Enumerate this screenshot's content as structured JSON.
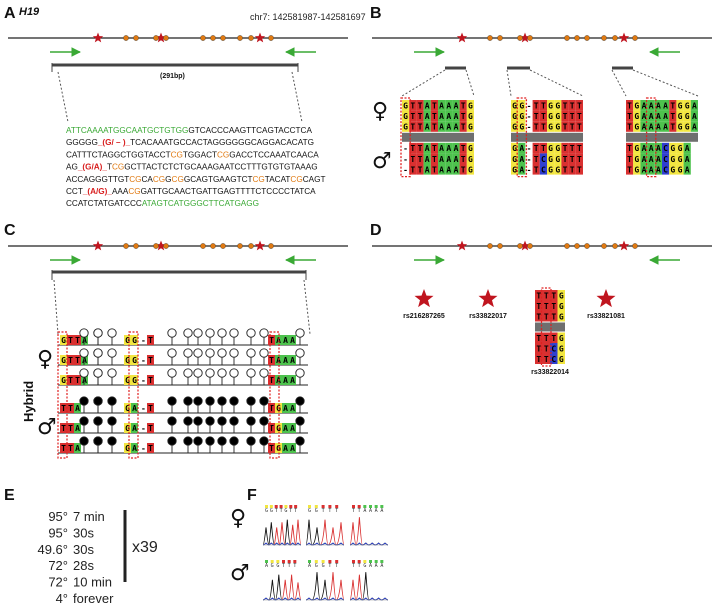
{
  "panels": {
    "A": {
      "label": "A",
      "gene": "H19",
      "coords": "chr7: 142581987-142581697",
      "length": "(291bp)",
      "sequence_lines": [
        [
          {
            "t": "ATTCAAAATGGCAATGCTGTGG",
            "c": "#3aa935"
          },
          {
            "t": "GTCACCCAAGTTCAGTACCTCA",
            "c": "#111111"
          }
        ],
        [
          {
            "t": "GGGGG",
            "c": "#111111"
          },
          {
            "t": "_(G/ – )_",
            "c": "#d81e1e",
            "b": true
          },
          {
            "t": "TCACAAATGCCACTAGGGGGGCAGGACACATG",
            "c": "#111111"
          }
        ],
        [
          {
            "t": "CATTTCTAGGCTGGTACCT",
            "c": "#111111"
          },
          {
            "t": "CG",
            "c": "#e07a12"
          },
          {
            "t": "TGGACT",
            "c": "#111111"
          },
          {
            "t": "CG",
            "c": "#e07a12"
          },
          {
            "t": "GACCTCCAAATCAACA",
            "c": "#111111"
          }
        ],
        [
          {
            "t": "AG",
            "c": "#111111"
          },
          {
            "t": "_(G/A)_",
            "c": "#d81e1e",
            "b": true
          },
          {
            "t": "T",
            "c": "#111111"
          },
          {
            "t": "CG",
            "c": "#e07a12"
          },
          {
            "t": "GCTTACTCTCTGCAAAGAATCCTTTGTGTGTAAAG",
            "c": "#111111"
          }
        ],
        [
          {
            "t": "ACCAGGGTTGT",
            "c": "#111111"
          },
          {
            "t": "CG",
            "c": "#e07a12"
          },
          {
            "t": "CA",
            "c": "#111111"
          },
          {
            "t": "CG",
            "c": "#e07a12"
          },
          {
            "t": "G",
            "c": "#111111"
          },
          {
            "t": "CG",
            "c": "#e07a12"
          },
          {
            "t": "GCAGTGAAGTCT",
            "c": "#111111"
          },
          {
            "t": "CG",
            "c": "#e07a12"
          },
          {
            "t": "TACAT",
            "c": "#111111"
          },
          {
            "t": "CG",
            "c": "#e07a12"
          },
          {
            "t": "CAGT",
            "c": "#111111"
          }
        ],
        [
          {
            "t": "CCT",
            "c": "#111111"
          },
          {
            "t": "_(A/G)_",
            "c": "#d81e1e",
            "b": true
          },
          {
            "t": "AAA",
            "c": "#111111"
          },
          {
            "t": "CG",
            "c": "#e07a12"
          },
          {
            "t": "GATTGCAACTGATTGAGTTTTCTCCCCTATCA",
            "c": "#111111"
          }
        ],
        [
          {
            "t": "CCATCTATGATCCC",
            "c": "#111111"
          },
          {
            "t": "ATAGTCATGGGCTTCATGAGG",
            "c": "#3aa935"
          }
        ]
      ]
    },
    "B": {
      "label": "B",
      "female_symbol": "♀",
      "male_symbol": "♂",
      "blocks": [
        {
          "female": [
            "GTTATAAATG",
            "GTTATAAATG",
            "GTTATAAATG"
          ],
          "male": [
            "-TTATAAATG",
            "-TTATAAATG",
            "-TTATAAATG"
          ]
        },
        {
          "female": [
            "GG-TTGGTTT",
            "GG-TTGGTTT",
            "GG-TTGGTTT"
          ],
          "male": [
            "GA-TTGGTTT",
            "GA-TCGGTTT",
            "GA-TCGGTTT"
          ]
        },
        {
          "female": [
            "TGAAAATGGA",
            "TGAAAATGGA",
            "TGAAAATGGA"
          ],
          "male": [
            "TGAAACGGA",
            "TGAAACGGA",
            "TGAAACGGA"
          ]
        }
      ]
    },
    "C": {
      "label": "C",
      "hybrid_label": "Hybrid",
      "female_symbol": "♀",
      "male_symbol": "♂",
      "female_seq": {
        "left": "GTTA",
        "mid": "GG",
        "mid2": "T",
        "right": "TAAA"
      },
      "male_seq": {
        "left": "TTA",
        "mid": "GA",
        "mid2": "T",
        "right": "TGAA"
      },
      "cpg_groups": [
        1,
        1,
        1,
        3,
        2,
        1
      ],
      "female_methylated": false,
      "male_methylated": true
    },
    "D": {
      "label": "D",
      "snps": [
        "rs216287265",
        "rs33822017",
        "rs33822014",
        "rs33821081"
      ],
      "column_bases": [
        "TTTG",
        "TTTG",
        "TTTG",
        "TTTG",
        "TTCG",
        "TTCG"
      ]
    },
    "E": {
      "label": "E",
      "steps": [
        {
          "temp": "95°",
          "time": "7 min"
        },
        {
          "temp": "95°",
          "time": "30s"
        },
        {
          "temp": "49.6°",
          "time": "30s"
        },
        {
          "temp": "72°",
          "time": "28s"
        },
        {
          "temp": "72°",
          "time": "10 min"
        },
        {
          "temp": "4°",
          "time": "forever"
        }
      ],
      "cycles": "x39"
    },
    "F": {
      "label": "F",
      "female_symbol": "♀",
      "male_symbol": "♂",
      "female_seqs": [
        "GGTTGTT",
        "GGTTT",
        "TTAAAA"
      ],
      "male_seqs": [
        "AGGTTT",
        "AGGTT",
        "TTGAAA"
      ]
    }
  },
  "colors": {
    "A": "#4dc24d",
    "T": "#d93030",
    "G": "#f2e640",
    "C": "#2f3fd0",
    "gap": "#888888",
    "primer": "#3aa935",
    "star": "#c0151f",
    "cpg": "#e07a12",
    "highlight": "#e02020"
  }
}
